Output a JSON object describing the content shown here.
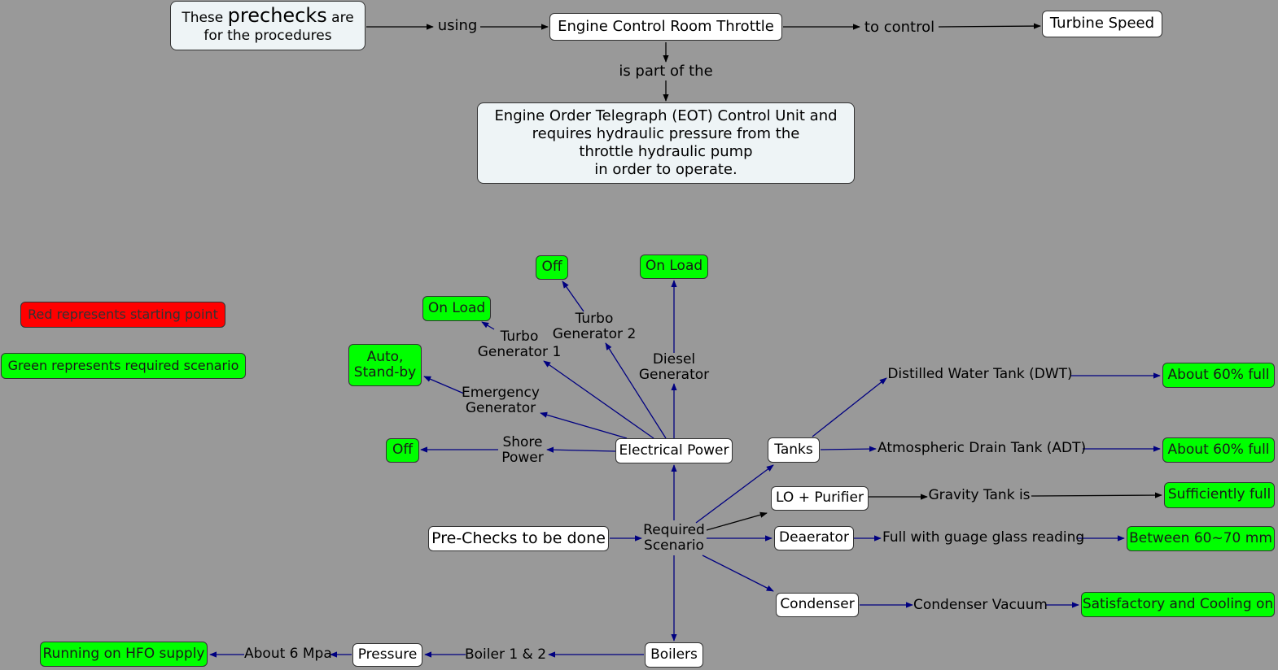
{
  "colors": {
    "background": "#999999",
    "required": "#00ff00",
    "start": "#ff0000",
    "node": "#ffffff",
    "arrow_blue": "#000080",
    "arrow_black": "#000000"
  },
  "top": {
    "prechecks_pre": "These ",
    "prechecks_big": "prechecks",
    "prechecks_post": " are",
    "prechecks_line2": "for the procedures",
    "using": "using",
    "throttle": "Engine Control Room Throttle",
    "to_control": "to control",
    "turbine": "Turbine Speed",
    "part_of": "is part of the",
    "eot_lines": [
      "Engine Order Telegraph (EOT) Control Unit  and",
      "requires hydraulic pressure from the",
      "throttle hydraulic pump",
      "in order to operate."
    ]
  },
  "legend": {
    "red": "Red represents starting point",
    "green": "Green represents required scenario"
  },
  "map": {
    "prechecks_todo": "Pre-Checks to be done",
    "required_1": "Required",
    "required_2": "Scenario",
    "electrical": "Electrical Power",
    "shore_1": "Shore",
    "shore_2": "Power",
    "shore_val": "Off",
    "emerg_1": "Emergency",
    "emerg_2": "Generator",
    "emerg_val_1": "Auto,",
    "emerg_val_2": "Stand-by",
    "tg1_1": "Turbo",
    "tg1_2": "Generator 1",
    "tg1_val": "On Load",
    "tg2_1": "Turbo",
    "tg2_2": "Generator 2",
    "tg2_val": "Off",
    "diesel_1": "Diesel",
    "diesel_2": "Generator",
    "diesel_val": "On Load",
    "tanks": "Tanks",
    "dwt": "Distilled Water Tank (DWT)",
    "dwt_val": "About 60% full",
    "adt": "Atmospheric Drain Tank (ADT)",
    "adt_val": "About 60% full",
    "lo": "LO + Purifier",
    "gravity": "Gravity Tank is",
    "gravity_val": "Sufficiently full",
    "deaerator": "Deaerator",
    "gauge": "Full with guage glass reading",
    "gauge_val": "Between 60~70 mm",
    "condenser": "Condenser",
    "vacuum": "Condenser Vacuum",
    "vacuum_val": "Satisfactory and Cooling on",
    "boilers": "Boilers",
    "boiler12": "Boiler 1 & 2",
    "pressure": "Pressure",
    "mpa": "About 6 Mpa",
    "hfo": "Running on HFO supply"
  }
}
